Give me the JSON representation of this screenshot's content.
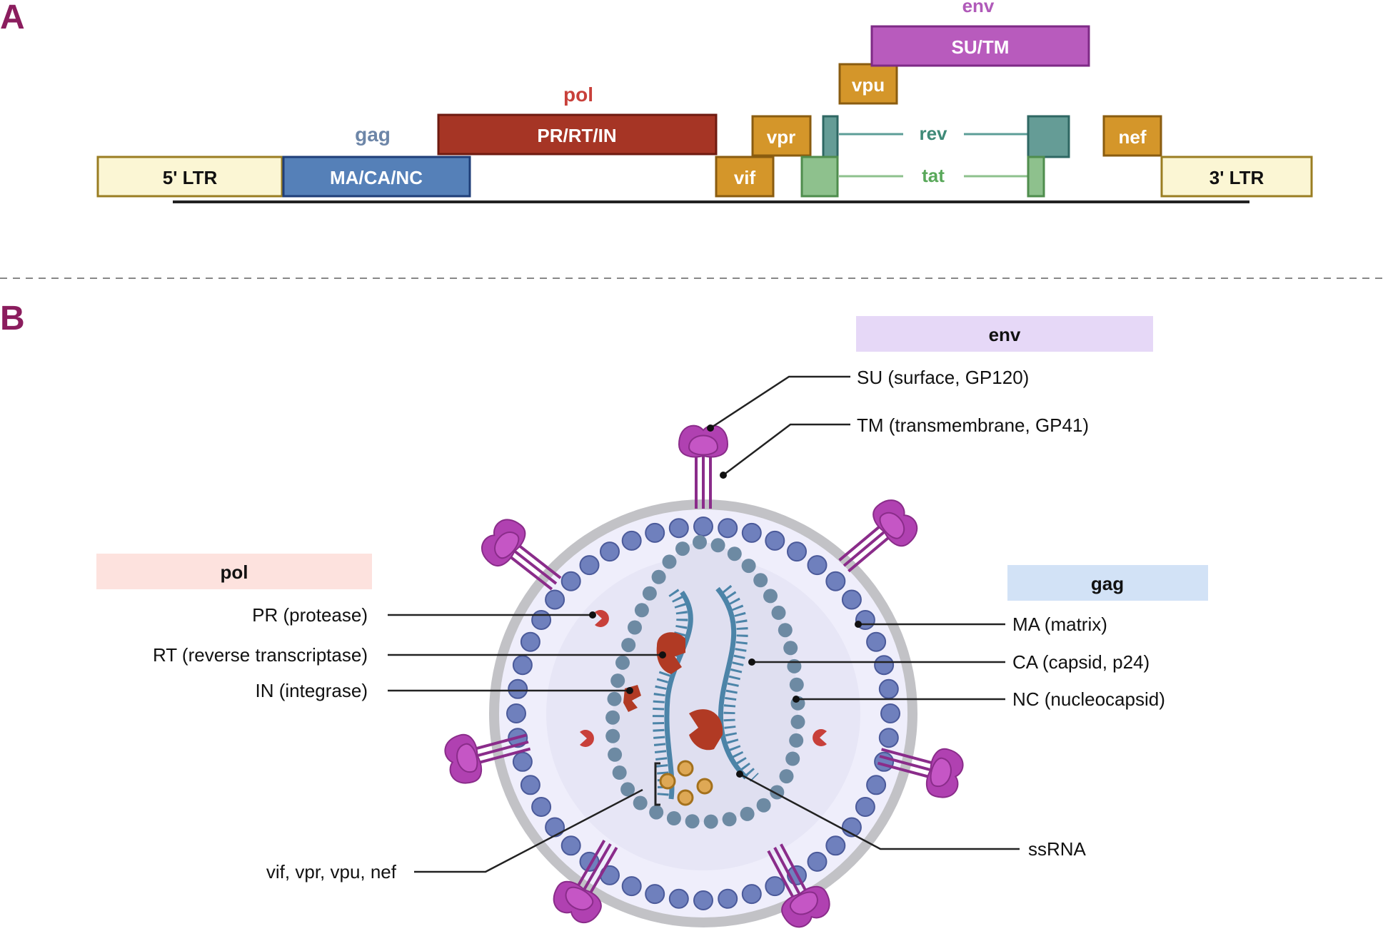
{
  "panel_a": {
    "label": "A",
    "group_labels": {
      "gag": "gag",
      "pol": "pol",
      "env": "env",
      "rev": "rev",
      "tat": "tat"
    },
    "genes": {
      "ltr5": "5' LTR",
      "gag": "MA/CA/NC",
      "pol": "PR/RT/IN",
      "vif": "vif",
      "vpr": "vpr",
      "vpu": "vpu",
      "env": "SU/TM",
      "nef": "nef",
      "ltr3": "3' LTR"
    }
  },
  "panel_b": {
    "label": "B",
    "env_header": "env",
    "pol_header": "pol",
    "gag_header": "gag",
    "env_items": {
      "su": "SU (surface, GP120)",
      "tm": "TM (transmembrane, GP41)"
    },
    "pol_items": {
      "pr": "PR (protease)",
      "rt": "RT (reverse transcriptase)",
      "in": "IN (integrase)"
    },
    "gag_items": {
      "ma": "MA (matrix)",
      "ca": "CA (capsid, p24)",
      "nc": "NC (nucleocapsid)"
    },
    "accessory": "vif, vpr, vpu, nef",
    "ssrna": "ssRNA"
  },
  "colors": {
    "panel_label": "#8b1d5e",
    "ltr_fill": "#fbf6d4",
    "ltr_stroke": "#9a7d22",
    "gag_fill": "#5580b8",
    "gag_label": "#6d86a8",
    "pol_fill": "#a63525",
    "pol_label": "#c8403a",
    "accessory_fill": "#d4962a",
    "env_fill": "#b85bbd",
    "env_label": "#b05ab9",
    "rev_fill": "#659c96",
    "rev_label": "#3f8a78",
    "tat_fill": "#8ec18d",
    "tat_label": "#59a85a",
    "env_band": "#e6d8f7",
    "pol_band": "#fde2de",
    "gag_band": "#d2e2f6",
    "matrix_bead": "#6f80bd",
    "capsid_bead": "#6d8aa3",
    "glycoprotein": "#b041b1"
  }
}
